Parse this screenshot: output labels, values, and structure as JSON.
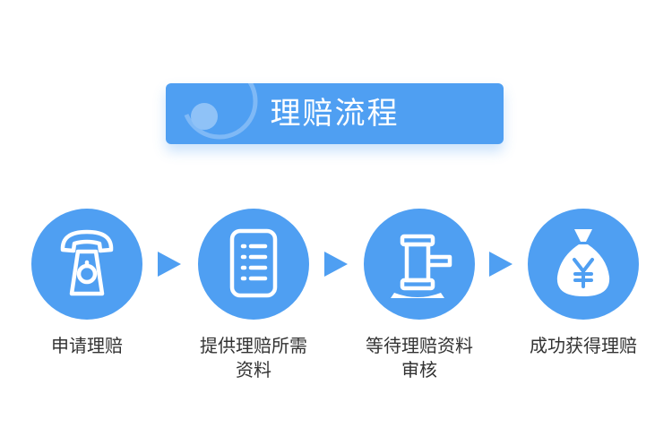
{
  "banner": {
    "title": "理赔流程"
  },
  "colors": {
    "accent": "#4f9ff2",
    "text": "#333333",
    "background": "#ffffff"
  },
  "steps": [
    {
      "icon": "telephone-icon",
      "line1": "申请理赔",
      "line2": ""
    },
    {
      "icon": "document-list-icon",
      "line1": "提供理赔所需",
      "line2": "资料"
    },
    {
      "icon": "gavel-icon",
      "line1": "等待理赔资料",
      "line2": "审核"
    },
    {
      "icon": "money-bag-icon",
      "line1": "成功获得理赔",
      "line2": ""
    }
  ]
}
